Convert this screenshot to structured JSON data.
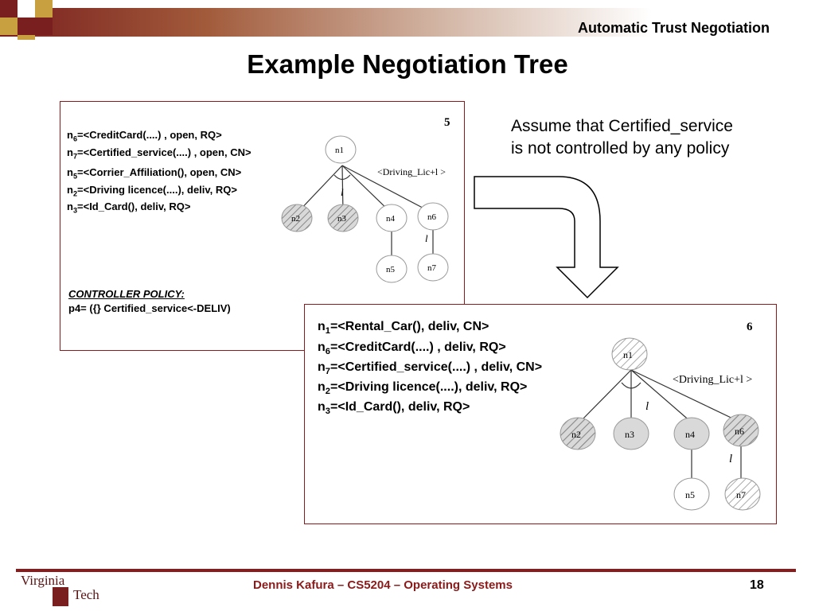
{
  "header": {
    "title": "Automatic Trust Negotiation"
  },
  "slide": {
    "title": "Example Negotiation Tree"
  },
  "box1": {
    "number": "5",
    "defs": [
      {
        "prefix": "n",
        "sub": "6",
        "body": "=<CreditCard(....) , open, RQ>"
      },
      {
        "prefix": "n",
        "sub": "7",
        "body": "=<Certified_service(....) , open, CN>"
      },
      {
        "prefix": "n",
        "sub": "5",
        "body": "=<Corrier_Affiliation(), open, CN>"
      },
      {
        "prefix": "n",
        "sub": "2",
        "body": "=<Driving licence(....), deliv, RQ>"
      },
      {
        "prefix": "n",
        "sub": "3",
        "body": "=<Id_Card(), deliv, RQ>"
      }
    ],
    "policy_title": "CONTROLLER POLICY:",
    "policy_rule": "p4= ({} Certified_service<-DELIV)",
    "tree_edge_label": "<Driving_Lic+l >",
    "tree_and_label": "l",
    "tree_and_label2": "l",
    "nodes": [
      "n1",
      "n2",
      "n3",
      "n4",
      "n6",
      "n5",
      "n7"
    ]
  },
  "box2": {
    "number": "6",
    "defs": [
      {
        "prefix": "n",
        "sub": "1",
        "body": "=<Rental_Car(), deliv, CN>"
      },
      {
        "prefix": "n",
        "sub": "6",
        "body": "=<CreditCard(....) , deliv, RQ>"
      },
      {
        "prefix": "n",
        "sub": "7",
        "body": "=<Certified_service(....) , deliv, CN>"
      },
      {
        "prefix": "n",
        "sub": "2",
        "body": "=<Driving licence(....), deliv, RQ>"
      },
      {
        "prefix": "n",
        "sub": "3",
        "body": "=<Id_Card(), deliv, RQ>"
      }
    ],
    "tree_edge_label": "<Driving_Lic+l >",
    "tree_and_label": "l",
    "tree_and_label2": "l"
  },
  "assume": {
    "line1": "Assume that Certified_service",
    "line2": "is not controlled by any policy"
  },
  "footer": {
    "text": "Dennis Kafura – CS5204 – Operating Systems",
    "page": "18"
  },
  "logo": {
    "line1": "Virginia",
    "line2": "Tech"
  },
  "colors": {
    "accent": "#8b1a1a",
    "node_fill": "#d9d9d9",
    "hatch": "#888888"
  }
}
